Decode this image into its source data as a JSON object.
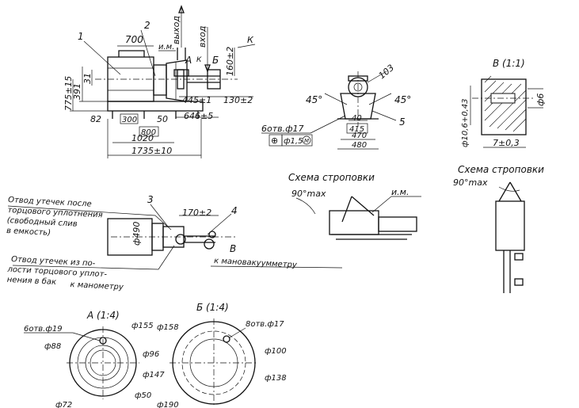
{
  "main_view": {
    "dim_700": "700",
    "callout_1": "1",
    "callout_2": "2",
    "label_im": "и.м.",
    "label_vyhod": "выход",
    "label_vhod": "вход",
    "label_A": "А",
    "label_B": "Б",
    "label_K1": "К",
    "label_K2": "К",
    "dim_160": "160±2",
    "dim_775": "775±15",
    "dim_391": "391",
    "dim_31": "31",
    "dim_445": "445±1",
    "dim_130": "130±2",
    "dim_82": "82",
    "dim_300": "300",
    "dim_50": "50",
    "dim_646": "646±5",
    "dim_800": "800",
    "dim_1020": "1020",
    "dim_1735": "1735±10"
  },
  "side_view": {
    "dim_103": "103",
    "angle_left": "45°",
    "angle_right": "45°",
    "dim_40": "40",
    "dim_415": "415",
    "dim_470": "470",
    "dim_480": "480",
    "callout_5": "5",
    "holes_label": "6отв.ф17",
    "tolerance_symbol": "⊕",
    "tolerance_value": "ф1,5",
    "tolerance_modifier": "М"
  },
  "detail_V": {
    "title": "В (1:1)",
    "dim_6": "ф6",
    "dim_106": "ф10,6+0,43",
    "dim_7": "7±0,3"
  },
  "plan_view": {
    "callout_3": "3",
    "callout_4": "4",
    "dim_170": "170±2",
    "dim_490": "ф490",
    "label_V": "В",
    "note_1": "Отвод утечек после",
    "note_2": "торцового уплотнения",
    "note_3": "(свободный слив",
    "note_4": "в емкость)",
    "note_5": "Отвод утечек из по-",
    "note_6": "лости торцового уплот-",
    "note_7": "нения в бак",
    "note_manometer": "к манометру",
    "note_manovac": "к мановакуумметру"
  },
  "sling_1": {
    "title": "Схема строповки",
    "angle": "90°max",
    "label_im": "и.м."
  },
  "sling_2": {
    "title": "Схема строповки",
    "angle": "90°max"
  },
  "flange_A": {
    "title": "А (1:4)",
    "holes": "6отв.ф19",
    "d155": "ф155",
    "d88": "ф88",
    "d96": "ф96",
    "d147": "ф147",
    "d50": "ф50",
    "d72": "ф72"
  },
  "flange_B": {
    "title": "Б (1:4)",
    "d158": "ф158",
    "holes": "8отв.ф17",
    "d100": "ф100",
    "d138": "ф138",
    "d190": "ф190"
  }
}
